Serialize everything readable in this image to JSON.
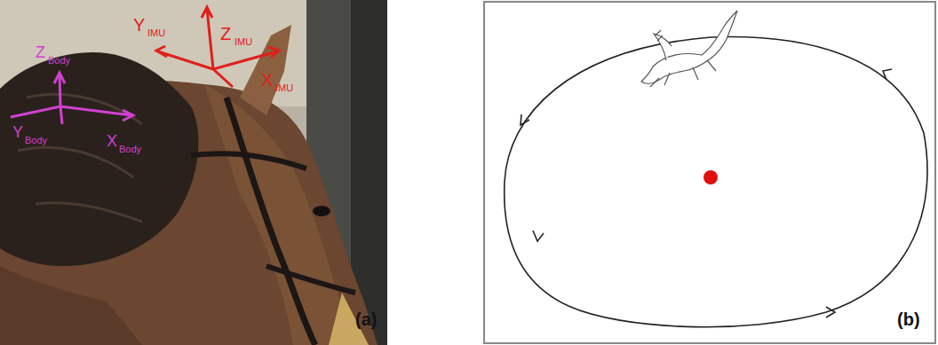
{
  "diagram": {
    "labels": [
      "Y",
      "IMU",
      "Z",
      "IMU",
      "X",
      "IMU",
      "Z",
      "Body",
      "Y",
      "Body",
      "X",
      "Body",
      "(a)",
      "(b)"
    ]
  }
}
